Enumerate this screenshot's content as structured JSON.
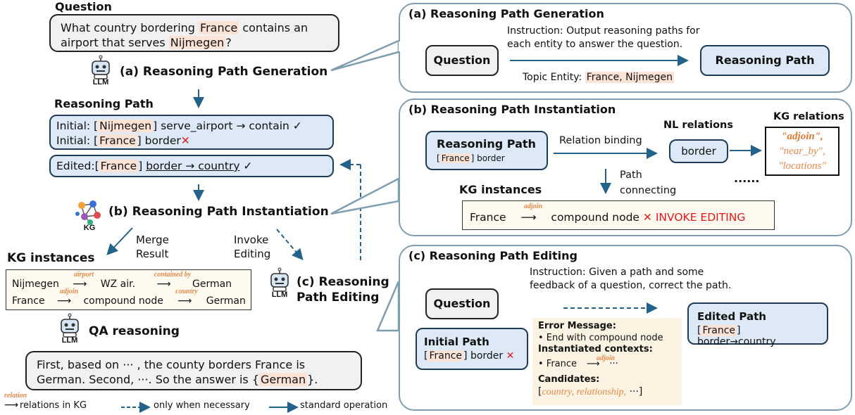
{
  "left": {
    "question_heading": "Question",
    "question_text_1": "What country bordering ",
    "question_hl_1": "France",
    "question_text_2": " contains an",
    "question_text_3": "airport that serves ",
    "question_hl_2": "Nijmegen",
    "question_text_4": "?",
    "llm_label": "LLM",
    "step_a": "(a) Reasoning Path Generation",
    "rp_heading": "Reasoning Path",
    "rp_line1_prefix": "Initial: [",
    "rp_line1_entity": "Nijmegen",
    "rp_line1_rest": "] serve_airport → contain ✓",
    "rp_line2_prefix": "Initial: [",
    "rp_line2_entity": "France",
    "rp_line2_rest": "] border",
    "cross": "✕",
    "edited_prefix": "Edited:[",
    "edited_entity": "France",
    "edited_mid": "] ",
    "edited_path": "border → country",
    "edited_check": " ✓",
    "kg_label": "KG",
    "step_b": "(b) Reasoning Path Instantiation",
    "merge_1": "Merge",
    "merge_2": "Result",
    "invoke_1": "Invoke",
    "invoke_2": "Editing",
    "kg_instances_heading": "KG instances",
    "kg_row1_a": "Nijmegen",
    "kg_row1_rel1": "airport",
    "kg_row1_b": "WZ air.",
    "kg_row1_rel2": "contained by",
    "kg_row1_c": "German",
    "kg_row2_a": "France",
    "kg_row2_rel1": "adjoin",
    "kg_row2_b": "compound node",
    "kg_row2_rel2": "country",
    "kg_row2_c": "German",
    "step_c_1": "(c) Reasoning",
    "step_c_2": "Path Editing",
    "qa_heading": "QA reasoning",
    "qa_line1": "First, based on ··· , the county borders France is",
    "qa_line2_a": "German. Second, ···. So the answer is {",
    "qa_line2_hl": "German",
    "qa_line2_b": "}.",
    "legend_rel": "relation",
    "legend_rel_text": "relations in KG",
    "legend_dashed": "only when necessary",
    "legend_solid": "standard operation"
  },
  "panel_a": {
    "title": "(a) Reasoning Path Generation",
    "instr_1": "Instruction: Output reasoning paths for",
    "instr_2": "each entity to answer the question.",
    "question_box": "Question",
    "rp_box": "Reasoning Path",
    "topic_prefix": "Topic Entity: ",
    "topic_entities": "France, Nijmegen"
  },
  "panel_b": {
    "title": "(b) Reasoning Path Instantiation",
    "rp_box_title": "Reasoning Path",
    "rp_box_sub_a": "[",
    "rp_box_sub_entity": "France",
    "rp_box_sub_b": "] border",
    "relation_binding": "Relation binding",
    "nl_relations": "NL relations",
    "border_box": "border",
    "kg_relations": "KG relations",
    "kg_rel_1": "\"adjoin\",",
    "kg_rel_2": "\"near_by\",",
    "kg_rel_3": "\"locations\"",
    "path_connecting_1": "Path",
    "path_connecting_2": "connecting",
    "dots": "......",
    "kg_instances": "KG instances",
    "inst_a": "France",
    "inst_rel": "adjoin",
    "inst_b": "compound node",
    "inst_cross": "✕",
    "invoke": "INVOKE EDITING"
  },
  "panel_c": {
    "title": "(c) Reasoning Path Editing",
    "instr_1": "Instruction: Given a path and some",
    "instr_2": "feedback of a question, correct the path.",
    "question_box": "Question",
    "initial_title": "Initial Path",
    "initial_a": "[",
    "initial_entity": "France",
    "initial_b": "] border",
    "initial_cross": "✕",
    "error_title": "Error Message:",
    "error_line": "• End with compound node",
    "contexts_title": "Instantiated contexts:",
    "ctx_a": "• France",
    "ctx_rel": "adjoin",
    "ctx_b": "···",
    "candidates_title": "Candidates:",
    "cand_open": "[",
    "cand_items": "country, relationship,",
    "cand_close": " ···]",
    "edited_title": "Edited Path",
    "edited_a": "[",
    "edited_entity": "France",
    "edited_b": "] border→country"
  },
  "colors": {
    "arrow": "#23628a",
    "panel_border": "#7f9fb0",
    "highlight": "#fde3d6",
    "red": "#e4161b",
    "relation_orange": "#e8894a"
  }
}
